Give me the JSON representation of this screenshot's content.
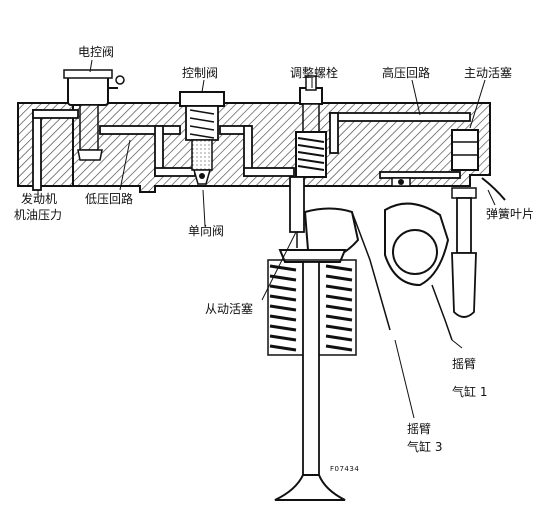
{
  "labels": {
    "solenoid_valve": "电控阀",
    "control_valve": "控制阀",
    "adjusting_screw": "调整螺栓",
    "high_pressure_circuit": "高压回路",
    "master_piston": "主动活塞",
    "engine_oil_pressure_line1": "发动机",
    "engine_oil_pressure_line2": "机油压力",
    "low_pressure_circuit": "低压回路",
    "check_valve": "单向阀",
    "leaf_spring": "弹簧叶片",
    "slave_piston": "从动活塞",
    "rocker_arm_1": "摇臂",
    "cylinder_1": "气缸 1",
    "rocker_arm_3": "摇臂",
    "cylinder_3": "气缸 3",
    "figure_code": "F07434"
  },
  "colors": {
    "ink": "#111111",
    "paper": "#ffffff",
    "hatch": "#333333"
  }
}
